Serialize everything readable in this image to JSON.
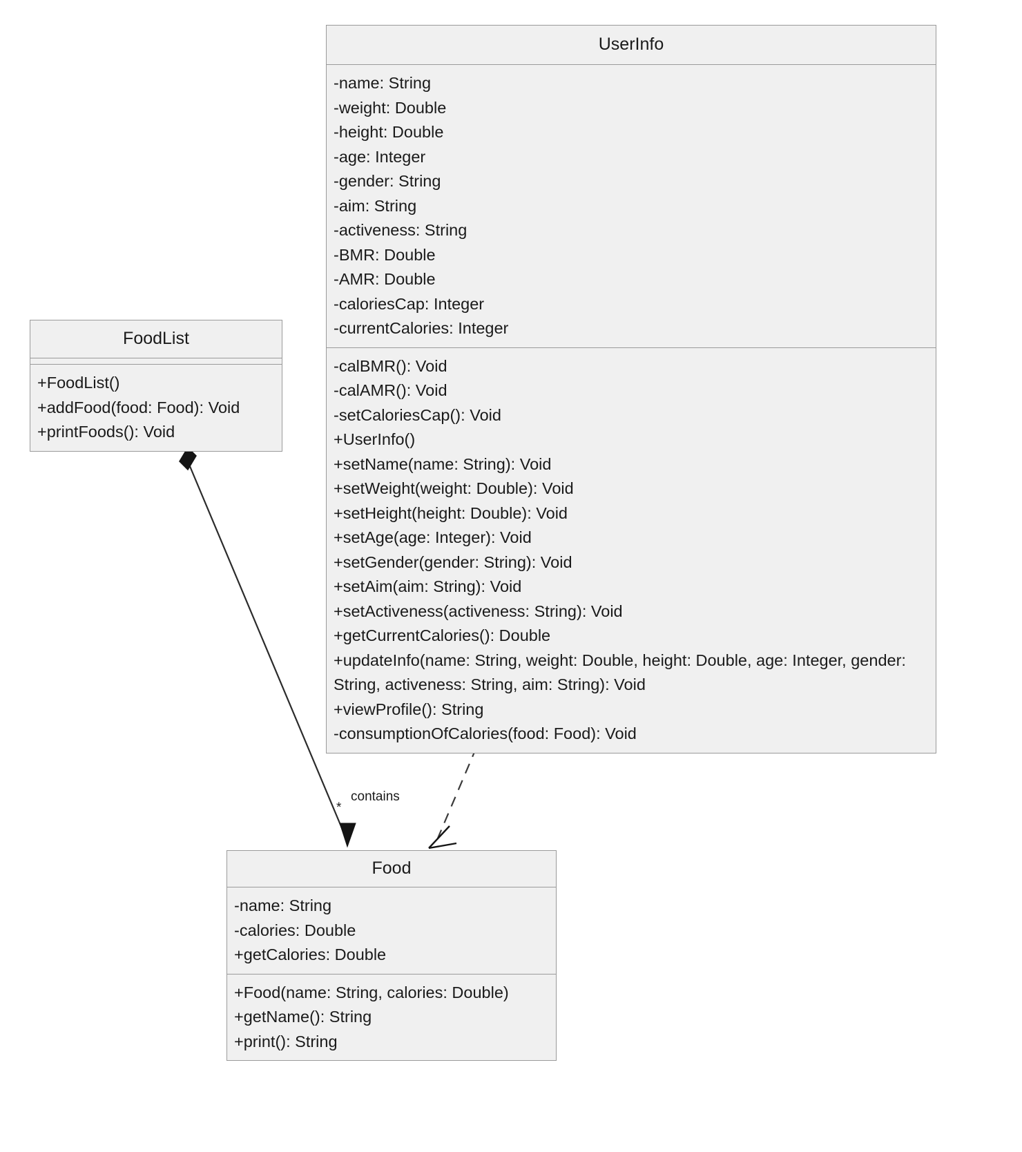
{
  "diagram": {
    "type": "uml-class-diagram",
    "background": "#ffffff",
    "class_fill": "#f0f0f0",
    "border_color": "#9a9a9a",
    "text_color": "#1a1a1a"
  },
  "classes": {
    "userinfo": {
      "name": "UserInfo",
      "attributes": [
        "-name: String",
        "-weight: Double",
        "-height: Double",
        "-age: Integer",
        "-gender: String",
        "-aim: String",
        "-activeness: String",
        "-BMR: Double",
        "-AMR: Double",
        "-caloriesCap: Integer",
        "-currentCalories: Integer"
      ],
      "methods": [
        "-calBMR(): Void",
        "-calAMR(): Void",
        "-setCaloriesCap(): Void",
        "+UserInfo()",
        "+setName(name: String): Void",
        "+setWeight(weight: Double): Void",
        "+setHeight(height: Double): Void",
        "+setAge(age: Integer): Void",
        "+setGender(gender: String): Void",
        "+setAim(aim: String): Void",
        "+setActiveness(activeness: String): Void",
        "+getCurrentCalories(): Double",
        "+updateInfo(name: String, weight: Double, height: Double, age: Integer, gender: String, activeness: String, aim: String): Void",
        "+viewProfile(): String",
        "-consumptionOfCalories(food: Food): Void"
      ]
    },
    "foodlist": {
      "name": "FoodList",
      "attributes": [],
      "methods": [
        "+FoodList()",
        "+addFood(food: Food): Void",
        "+printFoods(): Void"
      ]
    },
    "food": {
      "name": "Food",
      "attributes": [
        "-name: String",
        "-calories: Double",
        "+getCalories: Double"
      ],
      "methods": [
        "+Food(name: String, calories: Double)",
        "+getName(): String",
        "+print(): String"
      ]
    }
  },
  "relationships": [
    {
      "id": "composition-foodlist-food",
      "from": "FoodList",
      "to": "Food",
      "kind": "composition",
      "line": "solid",
      "source_decoration": "filled-diamond",
      "target_decoration": "open-arrow",
      "label": "contains",
      "target_multiplicity": "*"
    },
    {
      "id": "dependency-userinfo-food",
      "from": "UserInfo",
      "to": "Food",
      "kind": "dependency",
      "line": "dashed",
      "source_decoration": "none",
      "target_decoration": "open-arrow",
      "label": ""
    }
  ],
  "labels": {
    "contains": "contains",
    "multiplicity_star": "*"
  }
}
